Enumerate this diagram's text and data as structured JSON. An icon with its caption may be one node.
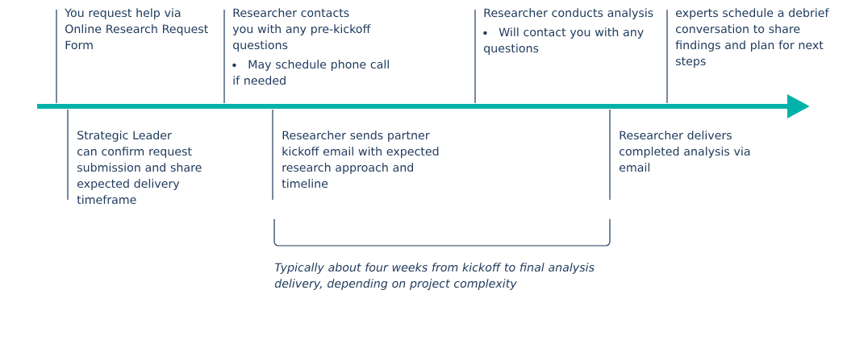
{
  "diagram": {
    "nodes": [
      {
        "text": [
          "You request help via Online Research Request Form"
        ]
      },
      {
        "text": [
          "Strategic Leader can confirm request submission and share expected delivery timeframe"
        ]
      },
      {
        "text": [
          "Researcher contacts you with any pre-kickoff questions",
          "May schedule phone call if needed"
        ]
      },
      {
        "text": [
          "Researcher sends partner kickoff email with expected research approach and timeline"
        ]
      },
      {
        "text": [
          "Researcher conducts analysis",
          "Will contact you with any questions"
        ]
      },
      {
        "text": [
          "Researcher delivers completed analysis via email"
        ]
      },
      {
        "text": [
          "experts schedule a debrief conversation to share findings and plan for next steps"
        ]
      }
    ],
    "labels": [
      "Typically about four weeks from kickoff to final analysis delivery, depending on project complexity"
    ]
  }
}
